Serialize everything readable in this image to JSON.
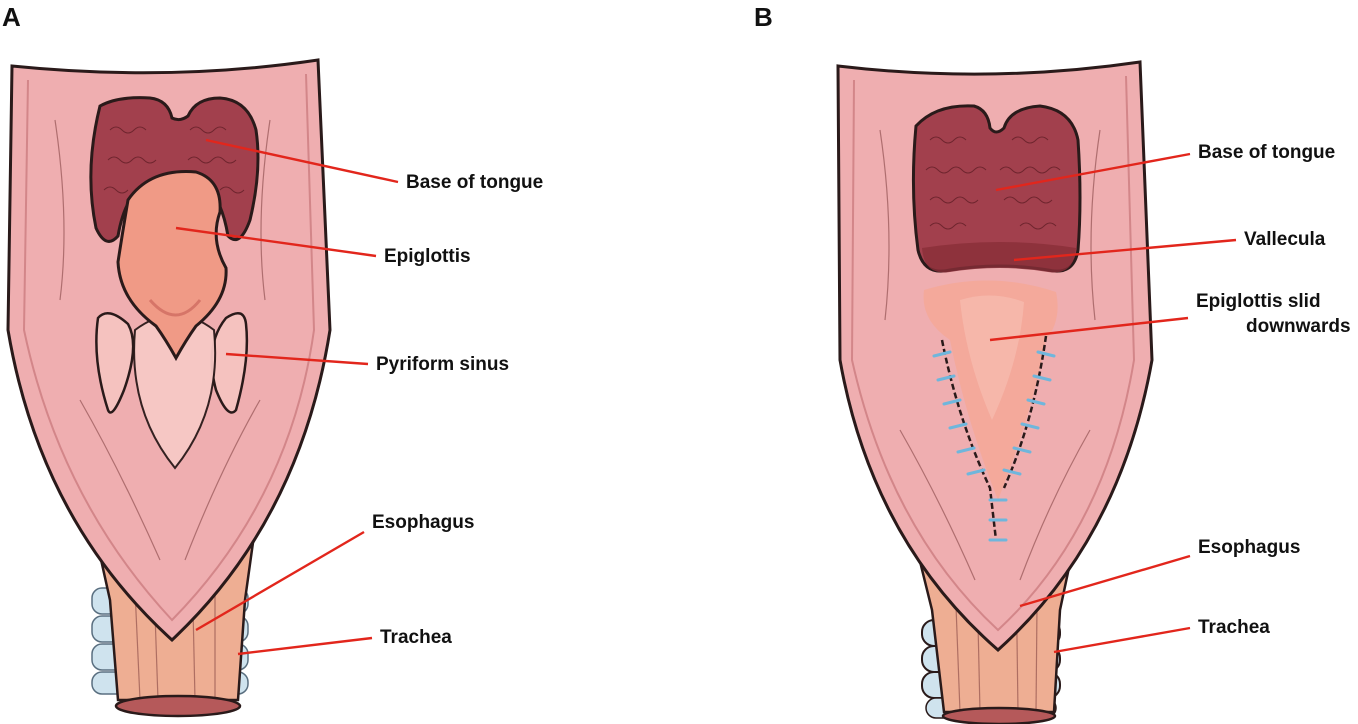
{
  "panels": [
    {
      "letter": "A",
      "labels": {
        "base_of_tongue": "Base of tongue",
        "epiglottis": "Epiglottis",
        "pyriform_sinus": "Pyriform sinus",
        "esophagus": "Esophagus",
        "trachea": "Trachea"
      }
    },
    {
      "letter": "B",
      "labels": {
        "base_of_tongue": "Base of tongue",
        "vallecula": "Vallecula",
        "epiglottis_line1": "Epiglottis  slid",
        "epiglottis_line2": "downwards",
        "esophagus": "Esophagus",
        "trachea": "Trachea"
      }
    }
  ],
  "colors": {
    "mucosa": "#efaeb0",
    "mucosa_light": "#f7c9c6",
    "tongue": "#a2404d",
    "epiglottis": "#f09a86",
    "esophagus": "#eeae93",
    "cartilage": "#cfe3ee",
    "arrow": "#e2261c",
    "suture": "#6fb6dc",
    "outline": "#2a1a1a"
  }
}
